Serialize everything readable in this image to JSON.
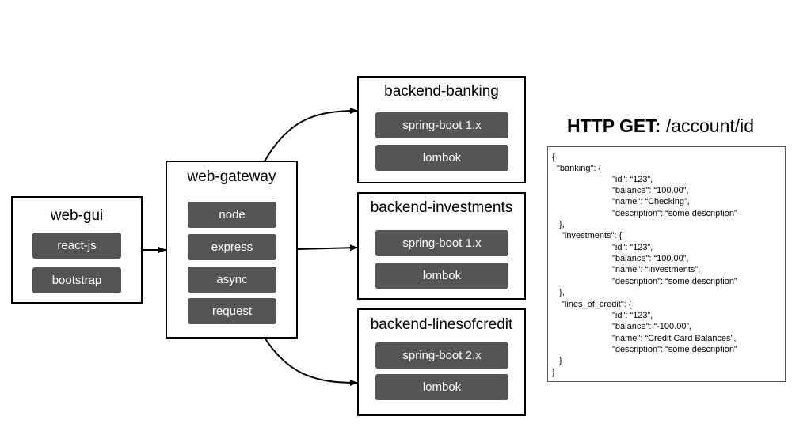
{
  "web_gui": {
    "title": "web-gui",
    "items": [
      "react-js",
      "bootstrap"
    ]
  },
  "web_gateway": {
    "title": "web-gateway",
    "items": [
      "node",
      "express",
      "async",
      "request"
    ]
  },
  "backend_banking": {
    "title": "backend-banking",
    "items": [
      "spring-boot 1.x",
      "lombok"
    ]
  },
  "backend_investments": {
    "title": "backend-investments",
    "items": [
      "spring-boot 1.x",
      "lombok"
    ]
  },
  "backend_linesofcredit": {
    "title": "backend-linesofcredit",
    "items": [
      "spring-boot 2.x",
      "lombok"
    ]
  },
  "http": {
    "method": "HTTP GET:",
    "path": "/account/id"
  },
  "json_lines": [
    "{",
    "\"banking\": {",
    "\"id\": “123”,",
    "\"balance\": “100.00”,",
    "\"name\": “Checking”,",
    "\"description\": “some description”",
    "},",
    "\"investments\": {",
    "\"id\": “123”,",
    "\"balance\": “100.00”,",
    "\"name\": “Investments”,",
    "\"description\": “some description”",
    "},",
    "\"lines_of_credit\": {",
    "\"id\": “123”,",
    "\"balance\": “-100.00”,",
    "\"name\": “Credit Card Balances”,",
    "\"description\": “some description”",
    "}",
    "}"
  ],
  "colors": {
    "pill_bg": "#555555",
    "pill_text": "#ffffff",
    "border": "#000000"
  }
}
